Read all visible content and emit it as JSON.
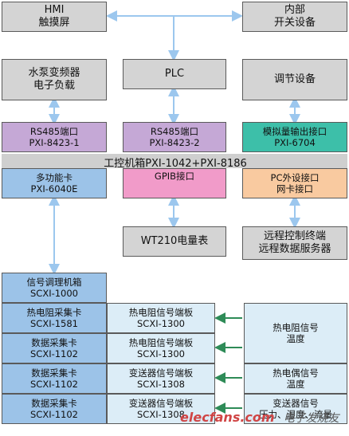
{
  "diagram": {
    "boxes": {
      "hmi": [
        "HMI",
        "触摸屏"
      ],
      "internal_switch": [
        "内部",
        "开关设备"
      ],
      "pump_vfd": [
        "水泵变频器",
        "电子负载"
      ],
      "plc": [
        "PLC"
      ],
      "regulator": [
        "调节设备"
      ],
      "rs485_1": [
        "RS485端口",
        "PXI-8423-1"
      ],
      "rs485_2": [
        "RS485端口",
        "PXI-8423-2"
      ],
      "analog_out": [
        "模拟量输出接口",
        "PXI-6704"
      ],
      "multifunction": [
        "多功能卡",
        "PXI-6040E"
      ],
      "gpib": [
        "GPIB接口"
      ],
      "pc_peripheral": [
        "PC外设接口",
        "网卡接口"
      ],
      "wt210": [
        "WT210电量表"
      ],
      "remote_terminal": [
        "远程控制终端",
        "远程数据服务器"
      ],
      "signal_chassis": [
        "信号调理机箱",
        "SCXI-1000"
      ],
      "rtd_card": [
        "热电阻采集卡",
        "SCXI-1581"
      ],
      "daq_card_1": [
        "数据采集卡",
        "SCXI-1102"
      ],
      "daq_card_2": [
        "数据采集卡",
        "SCXI-1102"
      ],
      "daq_card_3": [
        "数据采集卡",
        "SCXI-1102"
      ],
      "rtd_terminal_1": [
        "热电阻信号端板",
        "SCXI-1300"
      ],
      "rtd_terminal_2": [
        "热电阻信号端板",
        "SCXI-1300"
      ],
      "transmitter_terminal_1": [
        "变送器信号端板",
        "SCXI-1308"
      ],
      "transmitter_terminal_2": [
        "变送器信号端板",
        "SCXI-1308"
      ],
      "rtd_signal": [
        "热电阻信号",
        "温度"
      ],
      "thermocouple_signal": [
        "热电偶信号",
        "温度"
      ],
      "transmitter_signal": [
        "变送器信号",
        "压力、湿度、流量"
      ]
    },
    "chassis_label": "工控机箱PXI-1042+PXI-8186",
    "colors": {
      "gray": "#d4d4d4",
      "purple": "#c5a8d6",
      "teal": "#3dbfa9",
      "blue": "#9cc3e8",
      "light_blue": "#dcedf7",
      "pink": "#f19bc9",
      "peach": "#f9caa0",
      "arrow_blue": "#9cc7ee",
      "arrow_green": "#2e8b57"
    }
  },
  "watermark": {
    "logo": "elecfans.com",
    "sub": "电子发烧友"
  }
}
